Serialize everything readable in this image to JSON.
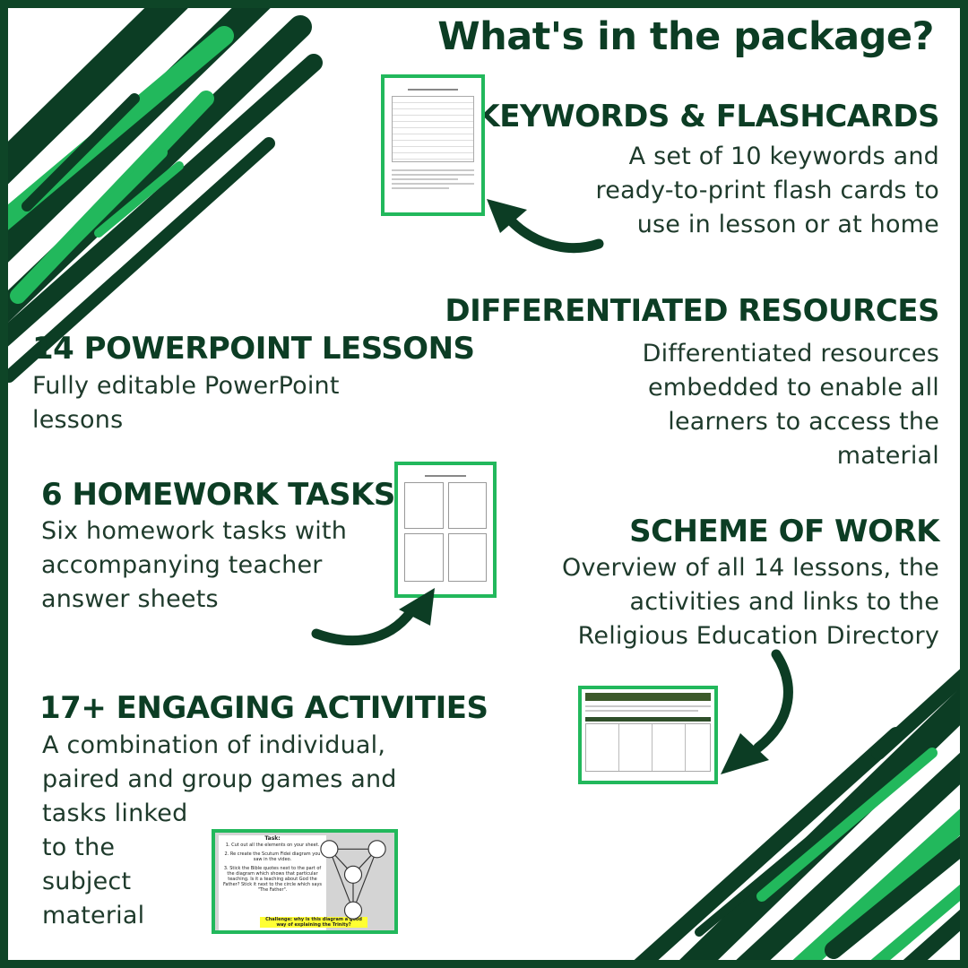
{
  "title": "What's in the package?",
  "sections": {
    "keywords": {
      "heading": "KEYWORDS &  FLASHCARDS",
      "lines": [
        "A set of 10 keywords and",
        "ready-to-print flash cards to",
        "use in lesson or at home"
      ]
    },
    "differentiated": {
      "heading": "DIFFERENTIATED RESOURCES",
      "lines": [
        "Differentiated resources",
        "embedded to enable all",
        "learners to access the",
        "material"
      ]
    },
    "powerpoint": {
      "heading": "14 POWERPOINT LESSONS",
      "lines": [
        "Fully editable PowerPoint",
        "lessons"
      ]
    },
    "homework": {
      "heading": "6 HOMEWORK TASKS",
      "lines": [
        "Six homework tasks with",
        "accompanying teacher",
        "answer sheets"
      ]
    },
    "scheme": {
      "heading": "SCHEME OF WORK",
      "lines": [
        "Overview of all 14 lessons, the",
        "activities and links to the",
        "Religious Education Directory"
      ]
    },
    "activities": {
      "heading": "17+ ENGAGING ACTIVITIES",
      "lines": [
        "A combination of individual,",
        "paired and group games and",
        "tasks linked",
        "to the",
        "subject",
        "material"
      ]
    }
  },
  "task_thumbnail": {
    "title": "Task:",
    "steps": [
      "1.  Cut out all the elements on your sheet.",
      "2.  Re create the Scutum Fidei diagram you saw in the video.",
      "3.  Stick the Bible quotes next to the part of the diagram which shows that particular teaching. Is it a teaching about God the Father? Stick it next to the circle which says \"The Father\"."
    ],
    "challenge": "Challenge: why is this diagram a good way of explaining the Trinity?"
  },
  "icons": [
    "keywords-arrow-icon",
    "homework-arrow-icon",
    "scheme-arrow-icon"
  ],
  "colors": {
    "dark_green": "#0c3d24",
    "bright_green": "#22b85c",
    "frame": "#0e4527",
    "text": "#1e3a2b",
    "highlight": "#ffff33"
  }
}
